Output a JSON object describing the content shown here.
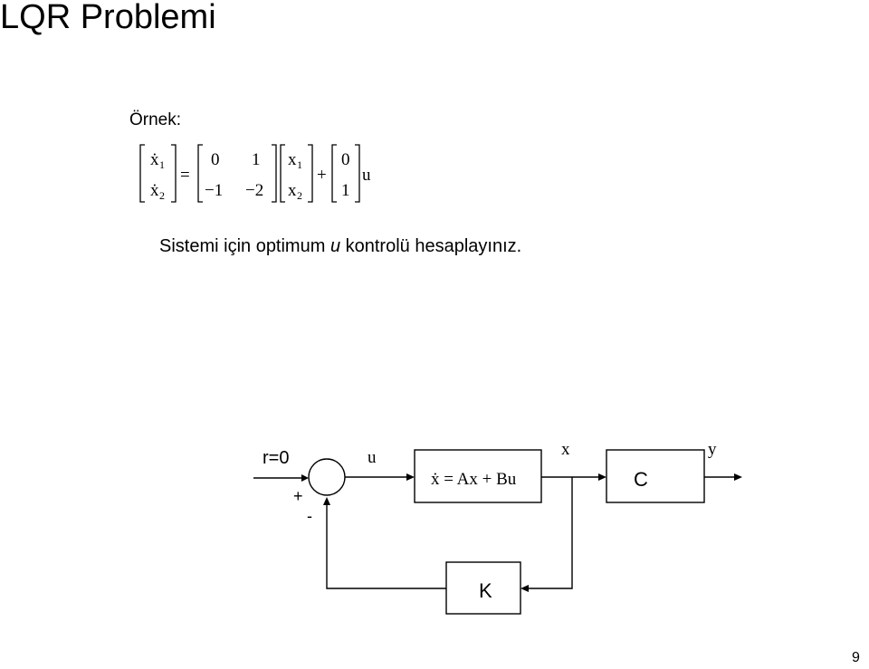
{
  "slide": {
    "title": "LQR Problemi",
    "example_label": "Örnek:",
    "problem_before": "Sistemi için optimum ",
    "problem_var": "u",
    "problem_after": " kontrolü hesaplayınız.",
    "page_number": "9"
  },
  "equation": {
    "lhs": [
      "ẋ",
      "ẋ"
    ],
    "lhs_subscripts": [
      "1",
      "2"
    ],
    "equals": "=",
    "A": [
      [
        "0",
        "1"
      ],
      [
        "−1",
        "−2"
      ]
    ],
    "state": [
      "x",
      "x"
    ],
    "state_subscripts": [
      "1",
      "2"
    ],
    "plus": "+",
    "B": [
      "0",
      "1"
    ],
    "input": "u"
  },
  "diagram": {
    "reference_label": "r=0",
    "plus_sign": "+",
    "minus_sign": "-",
    "u_label": "u",
    "plant_label": "ẋ = Ax + Bu",
    "x_label": "x",
    "output_block": "C",
    "y_label": "y",
    "gain_block": "K"
  }
}
